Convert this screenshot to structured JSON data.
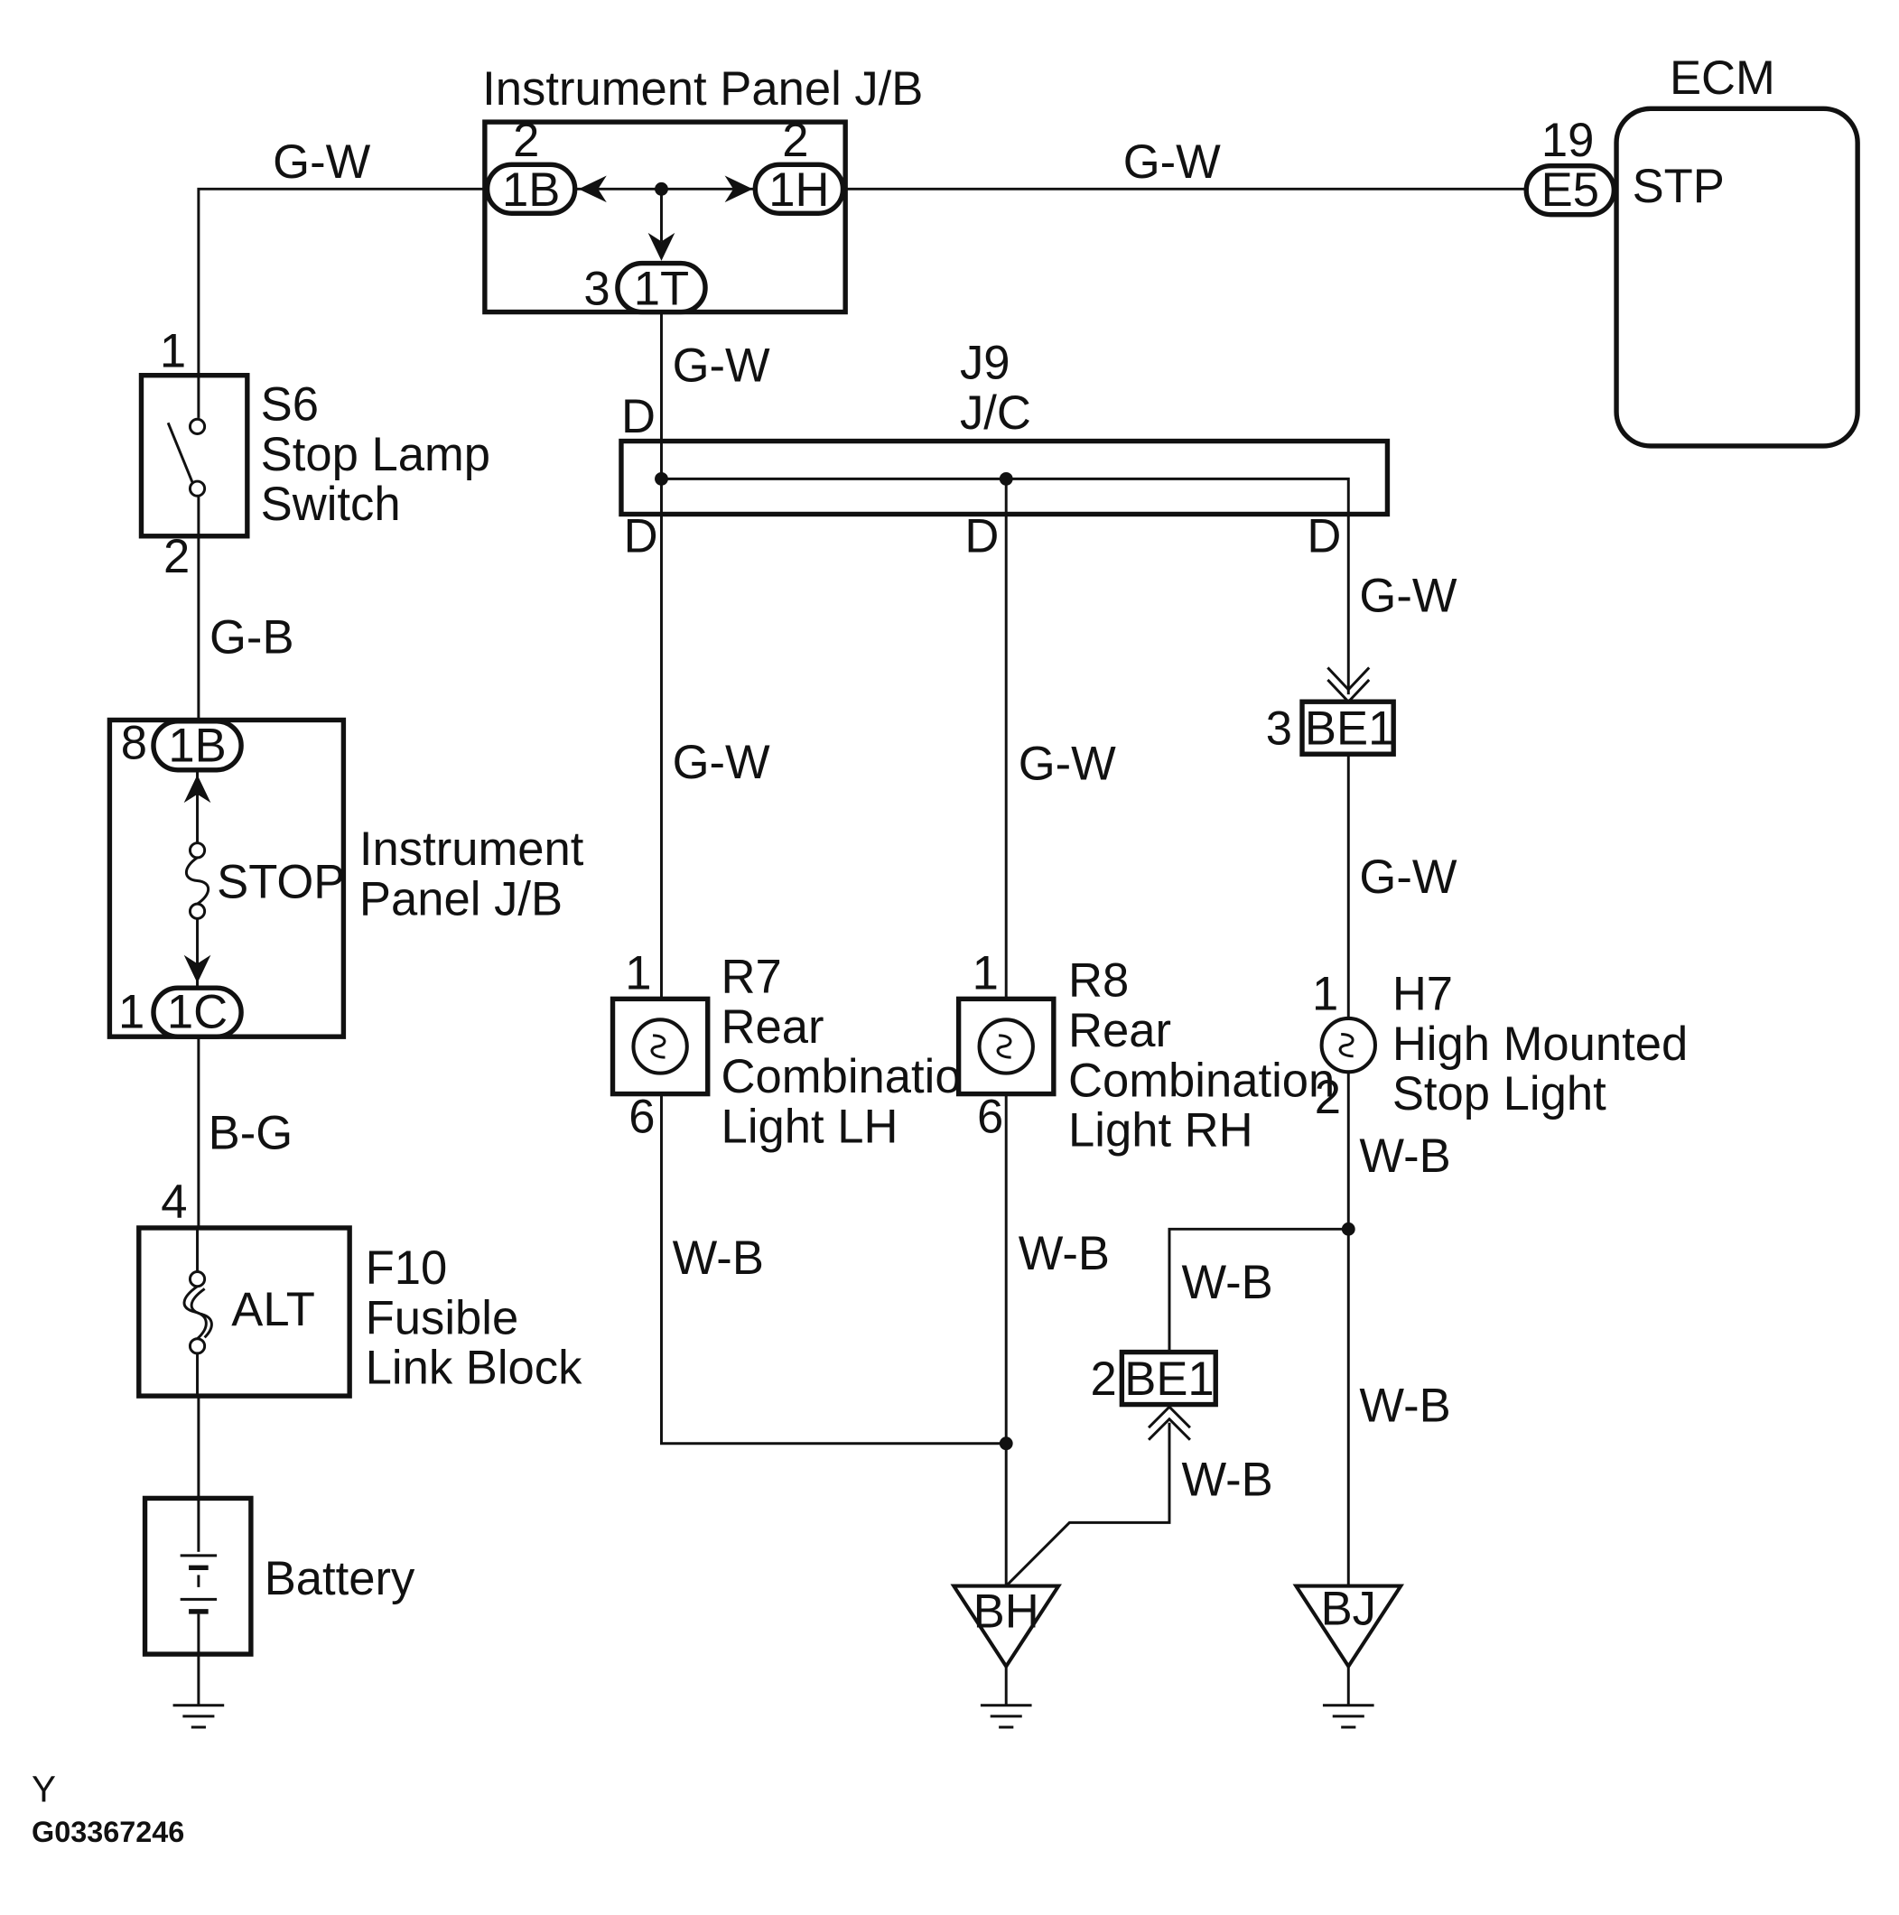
{
  "wires": {
    "gw_s6_top": "G-W",
    "gw_ecm": "G-W",
    "gw_jb_down": "G-W",
    "gw_r7": "G-W",
    "gw_r8": "G-W",
    "gw_be1_top": "G-W",
    "gw_be1_bottom": "G-W",
    "gb": "G-B",
    "bg": "B-G",
    "wb_r7": "W-B",
    "wb_r8": "W-B",
    "wb_h7": "W-B",
    "wb_branch": "W-B",
    "wb_be1_low": "W-B",
    "wb_bj": "W-B"
  },
  "jb_top": {
    "title": "Instrument Panel J/B",
    "left_conn": "1B",
    "left_pin": "2",
    "right_conn": "1H",
    "right_pin": "2",
    "bottom_conn": "1T",
    "bottom_pin": "3"
  },
  "ecm": {
    "title": "ECM",
    "conn": "E5",
    "pin": "19",
    "terminal": "STP"
  },
  "s6": {
    "code": "S6",
    "name1": "Stop Lamp",
    "name2": "Switch",
    "pin_top": "1",
    "pin_bottom": "2"
  },
  "j9": {
    "code": "J9",
    "name": "J/C",
    "pin_in": "D",
    "pin_out1": "D",
    "pin_out2": "D",
    "pin_out3": "D"
  },
  "jb_left": {
    "name1": "Instrument",
    "name2": "Panel J/B",
    "fuse": "STOP",
    "top_conn": "1B",
    "top_pin": "8",
    "bottom_conn": "1C",
    "bottom_pin": "1"
  },
  "f10": {
    "code": "F10",
    "name1": "Fusible",
    "name2": "Link Block",
    "fuse": "ALT",
    "pin": "4"
  },
  "battery": {
    "name": "Battery"
  },
  "r7": {
    "code": "R7",
    "name1": "Rear",
    "name2": "Combination",
    "name3": "Light LH",
    "pin_top": "1",
    "pin_bottom": "6"
  },
  "r8": {
    "code": "R8",
    "name1": "Rear",
    "name2": "Combination",
    "name3": "Light RH",
    "pin_top": "1",
    "pin_bottom": "6"
  },
  "h7": {
    "code": "H7",
    "name1": "High Mounted",
    "name2": "Stop Light",
    "pin_top": "1",
    "pin_bottom": "2"
  },
  "be1_upper": {
    "conn": "BE1",
    "pin": "3"
  },
  "be1_lower": {
    "conn": "BE1",
    "pin": "2"
  },
  "grounds": {
    "bh": "BH",
    "bj": "BJ"
  },
  "footer": {
    "area": "Y",
    "figure_code": "G03367246"
  }
}
